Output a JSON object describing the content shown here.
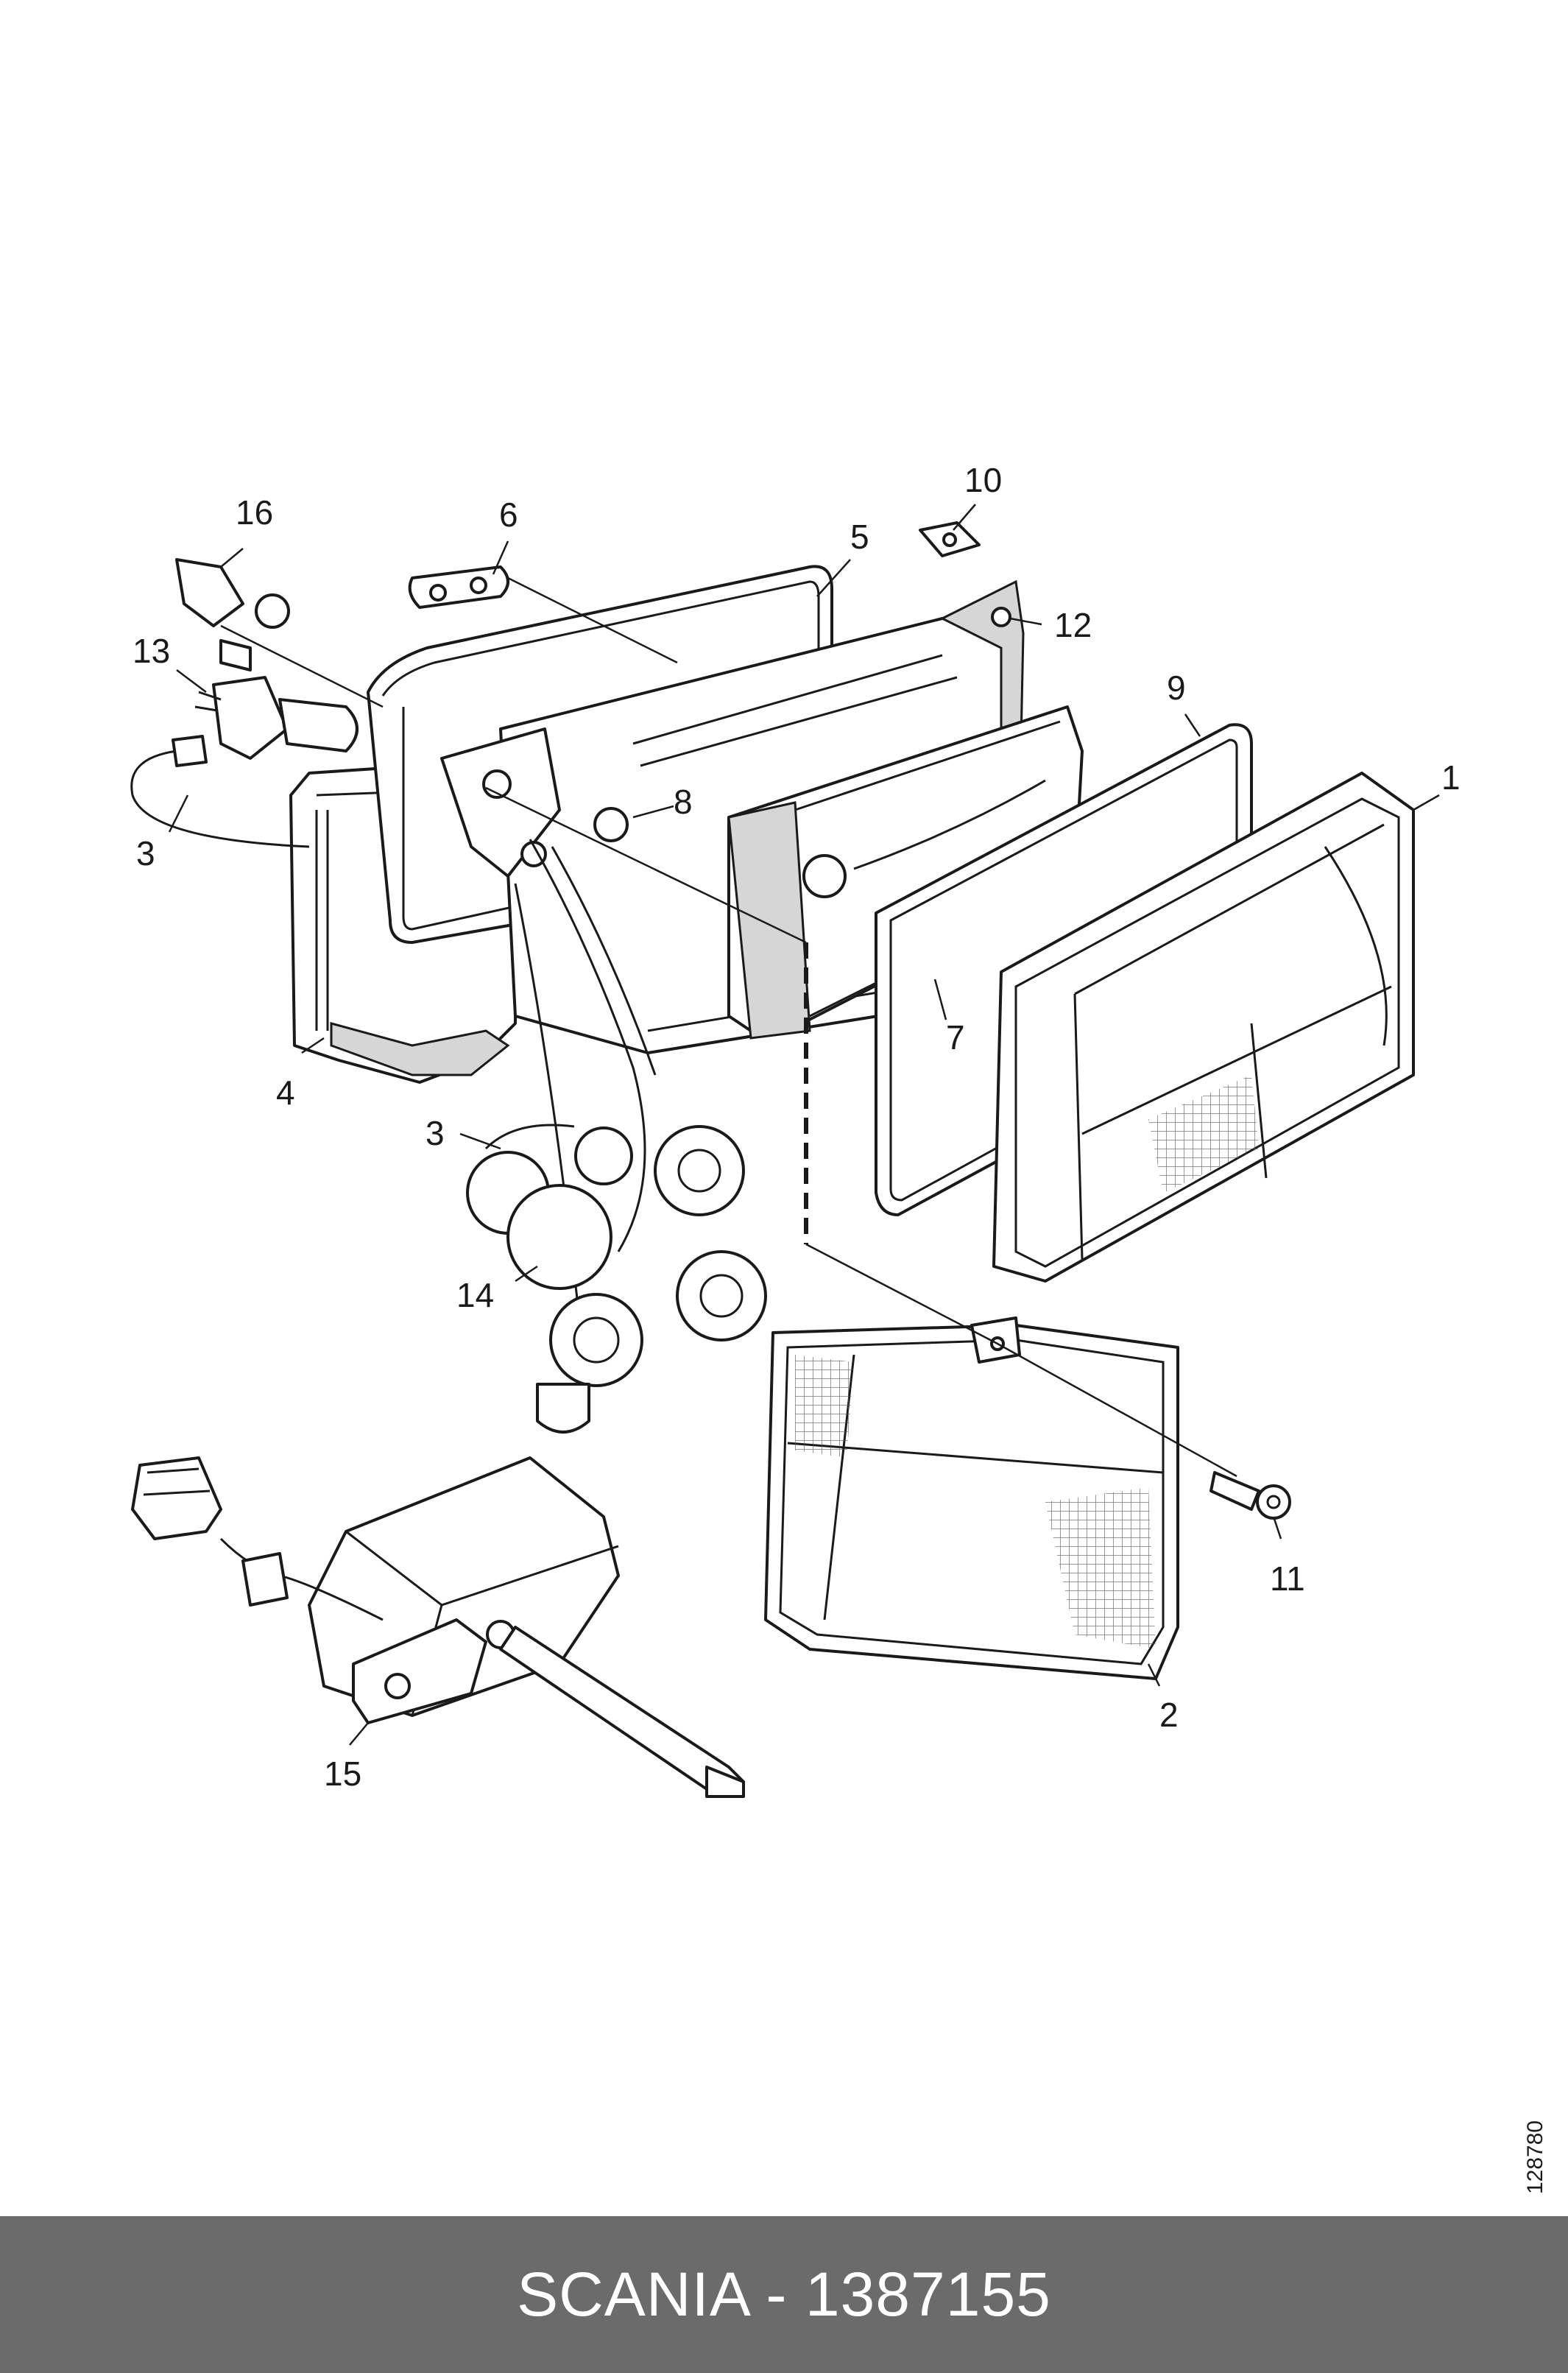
{
  "callouts": {
    "c1": "1",
    "c2": "2",
    "c3a": "3",
    "c3b": "3",
    "c4": "4",
    "c5": "5",
    "c6": "6",
    "c7": "7",
    "c8": "8",
    "c9": "9",
    "c10": "10",
    "c11": "11",
    "c12": "12",
    "c13": "13",
    "c14": "14",
    "c15": "15",
    "c16": "16"
  },
  "reference_number": "128780",
  "footer": {
    "text": "SCANIA - 1387155"
  },
  "colors": {
    "footer_bg": "#6b6b6b",
    "line": "#1a1a1a",
    "background": "#ffffff"
  }
}
